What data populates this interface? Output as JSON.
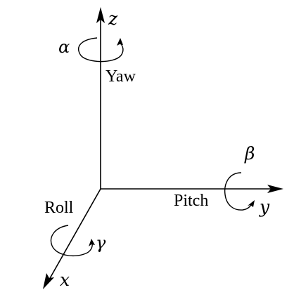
{
  "axes": {
    "z": {
      "label": "z",
      "rotation_symbol": "α",
      "rotation_name": "Yaw"
    },
    "y": {
      "label": "y",
      "rotation_symbol": "β",
      "rotation_name": "Pitch"
    },
    "x": {
      "label": "x",
      "rotation_symbol": "γ",
      "rotation_name": "Roll"
    }
  }
}
